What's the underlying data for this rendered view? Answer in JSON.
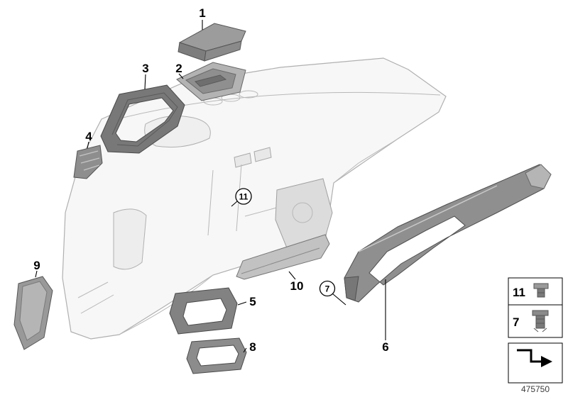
{
  "figure": {
    "part_number": "475750",
    "callouts": {
      "n1": "1",
      "n2": "2",
      "n3": "3",
      "n4": "4",
      "n5": "5",
      "n6": "6",
      "n7": "7",
      "n8": "8",
      "n9": "9",
      "n10": "10",
      "n11": "11"
    },
    "legend": {
      "clip_row_top": "11",
      "clip_row_bottom": "7"
    },
    "colors": {
      "line_light": "#b0b0b0",
      "part_dark": "#7a7a7a",
      "part_mid": "#8f8f8f",
      "part_light": "#c2c2c2",
      "leader": "#000000"
    }
  }
}
